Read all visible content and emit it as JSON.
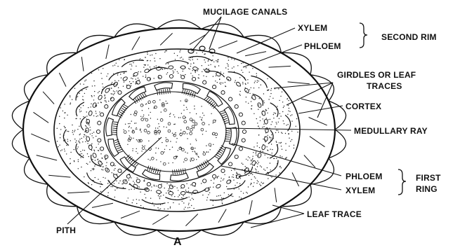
{
  "labels": {
    "mucilage_canals": "MUCILAGE CANALS",
    "xylem_top": "XYLEM",
    "phloem_top": "PHLOEM",
    "second_rim": "SECOND RIM",
    "girdles_line1": "GIRDLES OR LEAF",
    "girdles_line2": "TRACES",
    "cortex": "CORTEX",
    "medullary_ray": "MEDULLARY RAY",
    "phloem_bottom": "PHLOEM",
    "first_ring_line1": "FIRST",
    "first_ring_line2": "RING",
    "xylem_bottom": "XYLEM",
    "leaf_trace": "LEAF TRACE",
    "pith": "PITH",
    "figure_letter": "A"
  }
}
